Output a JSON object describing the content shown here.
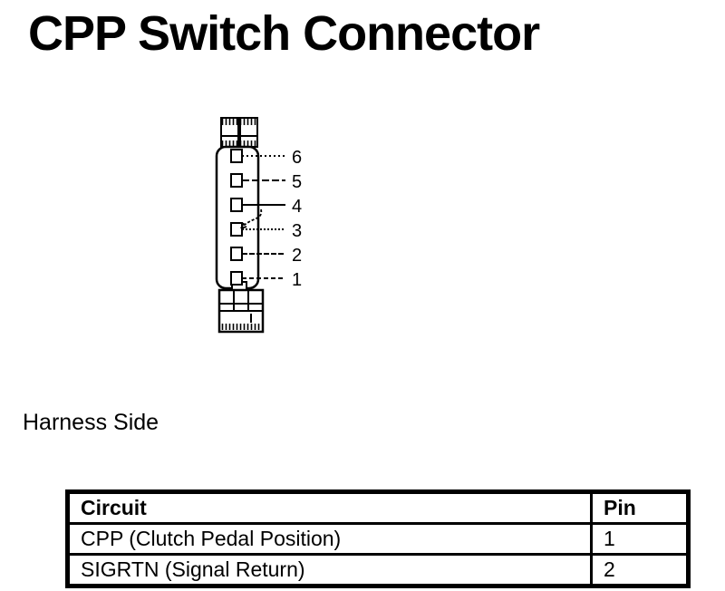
{
  "page": {
    "title": "CPP Switch Connector"
  },
  "diagram": {
    "caption": "Harness Side",
    "pin_labels": [
      "6",
      "5",
      "4",
      "3",
      "2",
      "1"
    ]
  },
  "pin_table": {
    "headers": [
      "Circuit",
      "Pin"
    ],
    "rows": [
      {
        "circuit": "CPP (Clutch Pedal Position)",
        "pin": "1"
      },
      {
        "circuit": "SIGRTN (Signal Return)",
        "pin": "2"
      }
    ]
  },
  "colors": {
    "ink": "#000000",
    "paper": "#ffffff"
  }
}
